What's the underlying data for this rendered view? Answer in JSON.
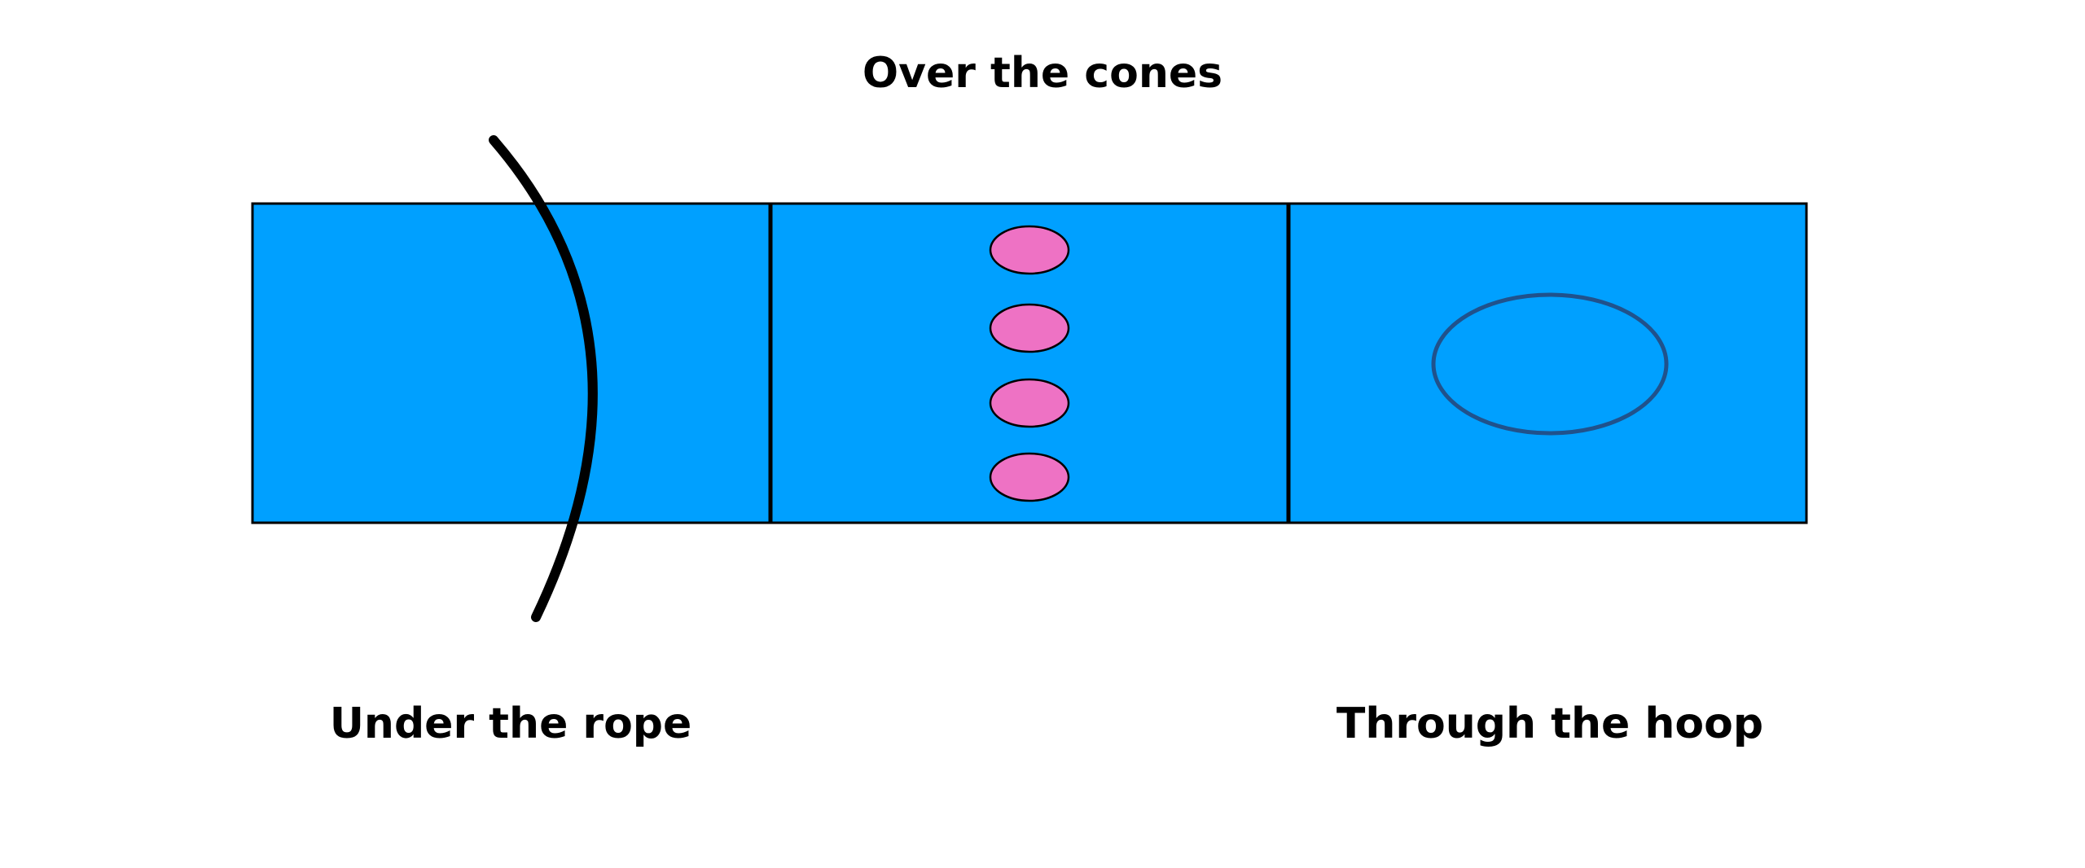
{
  "labels": {
    "cones": "Over the cones",
    "rope": "Under the rope",
    "hoop": "Through the hoop"
  },
  "colors": {
    "mat": "#00A0FF",
    "cone": "#EE72C4",
    "hoop": "#20528C",
    "rope": "#000000",
    "outline": "#000000"
  },
  "stations": [
    "rope",
    "cones",
    "hoop"
  ],
  "cone_count": 4
}
